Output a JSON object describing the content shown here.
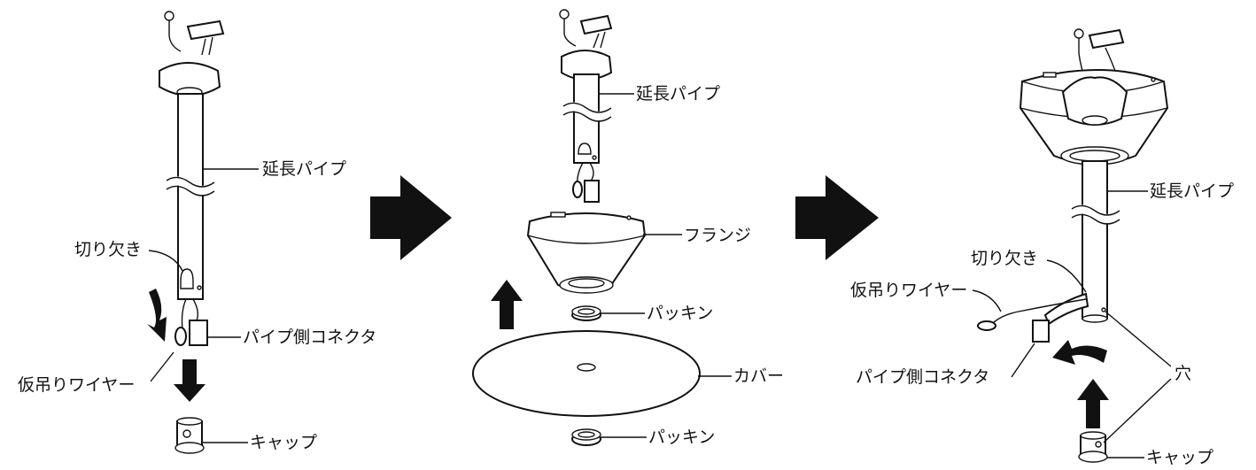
{
  "step1": {
    "pipe_label": "延長パイプ",
    "notch_label": "切り欠き",
    "connector_label": "パイプ側コネクタ",
    "wire_label": "仮吊りワイヤー",
    "cap_label": "キャップ"
  },
  "step2": {
    "pipe_label": "延長パイプ",
    "flange_label": "フランジ",
    "packing_top_label": "パッキン",
    "cover_label": "カバー",
    "packing_bottom_label": "パッキン"
  },
  "step3": {
    "pipe_label": "延長パイプ",
    "notch_label": "切り欠き",
    "wire_label": "仮吊りワイヤー",
    "connector_label": "パイプ側コネクタ",
    "hole_label": "穴",
    "cap_label": "キャップ"
  },
  "colors": {
    "line": "#111111",
    "arrow": "#111111",
    "background": "#ffffff"
  }
}
